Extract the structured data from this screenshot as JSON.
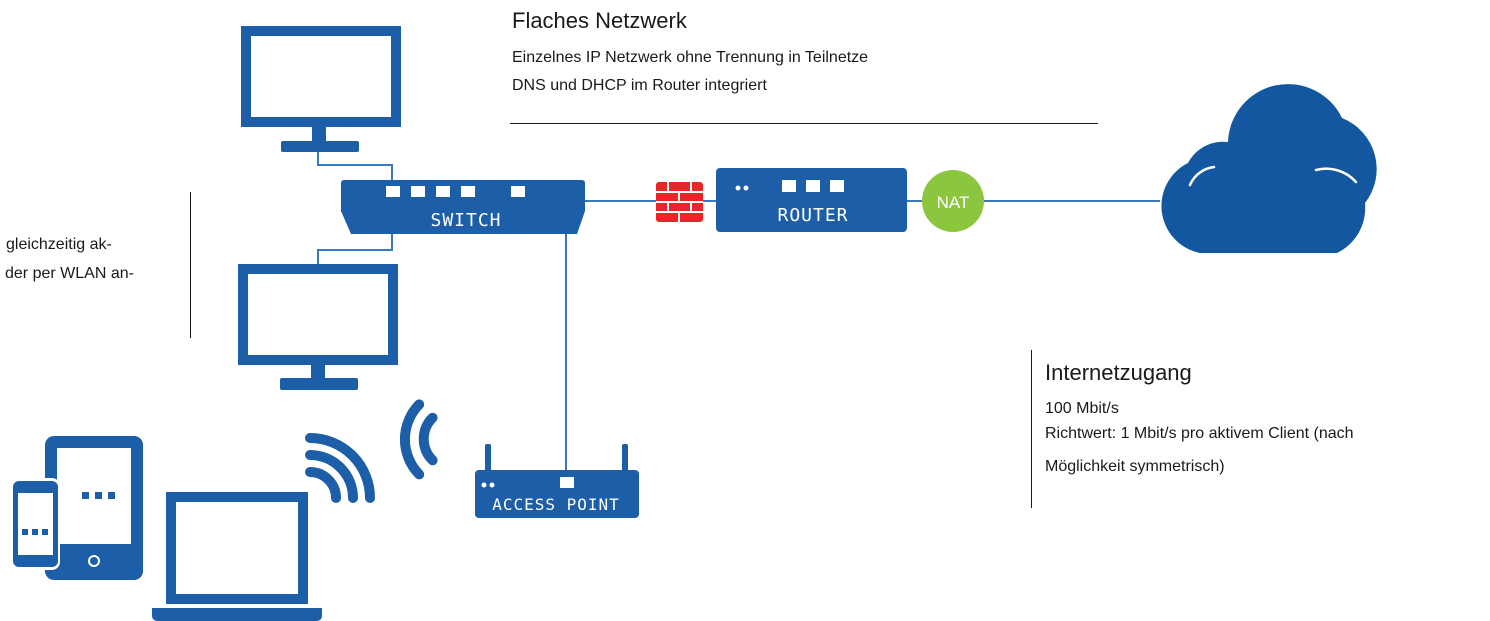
{
  "header": {
    "title": "Flaches Netzwerk",
    "lines": [
      "Einzelnes IP Netzwerk ohne Trennung in Teilnetze",
      "DNS und DHCP im Router integriert"
    ]
  },
  "left_note": {
    "lines": [
      "gleichzeitig ak-",
      "der per WLAN an-"
    ]
  },
  "internet": {
    "title": "Internetzugang",
    "lines": [
      "100 Mbit/s",
      "Richtwert: 1 Mbit/s pro aktivem Client (nach",
      "Möglichkeit symmetrisch)"
    ]
  },
  "devices": {
    "switch_label": "SWITCH",
    "router_label": "ROUTER",
    "nat_label": "NAT",
    "ap_label": "ACCESS POINT"
  },
  "colors": {
    "device_blue": "#1c5ea8",
    "line_blue": "#3a78c0",
    "nat_green": "#8cc63f",
    "firewall_red": "#e8262a",
    "cloud_blue": "#12579f"
  }
}
